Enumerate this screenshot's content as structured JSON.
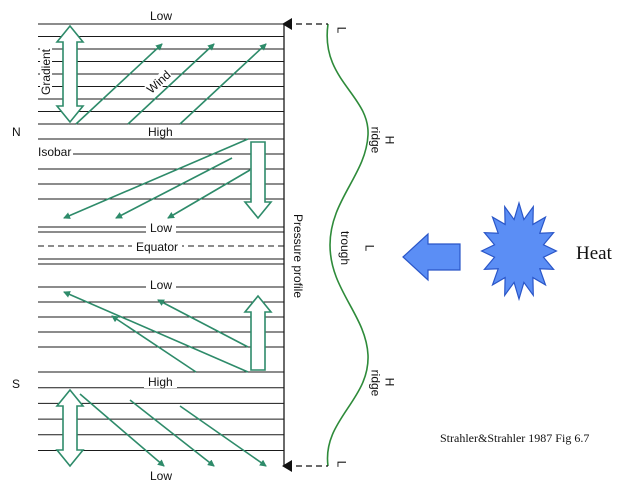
{
  "labels": {
    "low_top": "Low",
    "high_north": "High",
    "low_mid": "Low",
    "equator": "Equator",
    "low_south": "Low",
    "high_south": "High",
    "low_bottom": "Low",
    "north": "N",
    "south": "S",
    "isobar": "Isobar",
    "gradient": "Gradient",
    "wind": "Wind",
    "pressure_profile": "Pressure profile",
    "h_top": "H",
    "ridge_top": "ridge",
    "l_mid": "L",
    "trough": "trough",
    "h_bottom": "H",
    "ridge_bottom": "ridge",
    "l_marker_top": "L",
    "l_marker_bottom": "L",
    "heat": "Heat",
    "citation": "Strahler&Strahler 1987 Fig 6.7"
  },
  "colors": {
    "isobar": "#1a1a1a",
    "wind_arrow": "#2e8b6a",
    "pressure_curve": "#2e8b3a",
    "arrow_blue": "#5b8ef5",
    "arrow_blue_stroke": "#2a56c8"
  },
  "icons": {
    "heat": "sun-starburst-icon",
    "inflow": "left-arrow-icon"
  }
}
